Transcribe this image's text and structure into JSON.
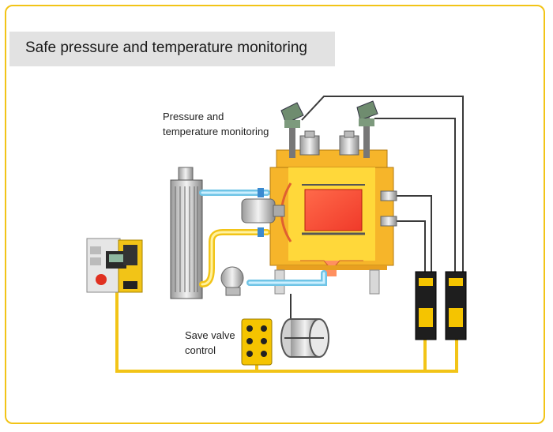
{
  "title": "Safe pressure and temperature monitoring",
  "labels": {
    "monitoring_line1": "Pressure and",
    "monitoring_line2": "temperature monitoring",
    "valve_line1": "Save valve",
    "valve_line2": "control"
  },
  "colors": {
    "frame": "#f2c417",
    "title_bg": "#e2e2e2",
    "boiler_outer": "#f6b52a",
    "boiler_inner": "#ffd83a",
    "heat_core": "#ff4b3a",
    "pipe_blue": "#8fd6f0",
    "pipe_yellow": "#ffe24a",
    "cable_yellow": "#f2c417",
    "signal_line": "#333333",
    "module_body": "#1e1e1e",
    "module_yellow": "#f5c400"
  },
  "icons": [
    "boiler",
    "pressure-sensor",
    "heat-exchanger",
    "motor",
    "pump",
    "damper-valve",
    "safety-controller",
    "io-module",
    "relay-module"
  ]
}
